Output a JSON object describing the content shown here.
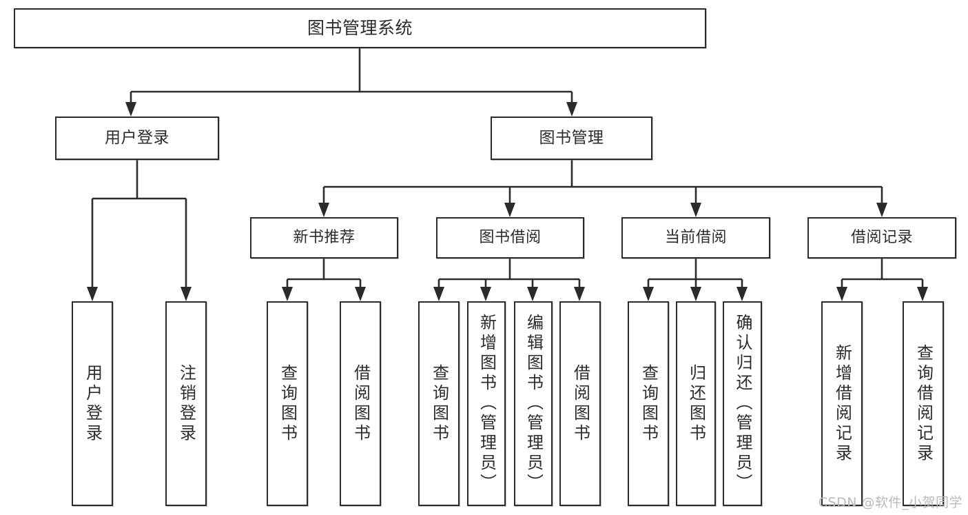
{
  "diagram": {
    "title": "图书管理系统",
    "type": "hierarchy-tree",
    "watermark": "CSDN @软件_小贺同学",
    "colors": {
      "stroke": "#2b2b2b",
      "box_fill": "#ffffff",
      "text": "#2c2c2c",
      "watermark": "#b9b9b9",
      "background": "#ffffff"
    },
    "root": {
      "label": "图书管理系统"
    },
    "level2": [
      {
        "label": "用户登录"
      },
      {
        "label": "图书管理"
      }
    ],
    "level3": [
      {
        "label": "新书推荐"
      },
      {
        "label": "图书借阅"
      },
      {
        "label": "当前借阅"
      },
      {
        "label": "借阅记录"
      }
    ],
    "leaves": {
      "user_login": [
        {
          "label": "用户登录"
        },
        {
          "label": "注销登录"
        }
      ],
      "new_book_recommend": [
        {
          "label": "查询图书"
        },
        {
          "label": "借阅图书"
        }
      ],
      "book_borrow": [
        {
          "label": "查询图书"
        },
        {
          "label": "新增图书（管理员）"
        },
        {
          "label": "编辑图书（管理员）"
        },
        {
          "label": "借阅图书"
        }
      ],
      "current_borrow": [
        {
          "label": "查询图书"
        },
        {
          "label": "归还图书"
        },
        {
          "label": "确认归还（管理员）"
        }
      ],
      "borrow_record": [
        {
          "label": "新增借阅记录"
        },
        {
          "label": "查询借阅记录"
        }
      ]
    }
  }
}
